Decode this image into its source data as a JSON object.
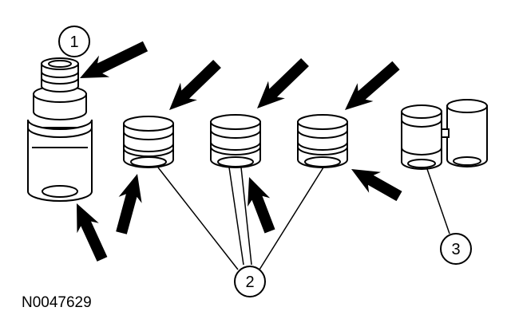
{
  "figure_id": "N0047629",
  "callouts": [
    {
      "number": "1"
    },
    {
      "number": "2"
    },
    {
      "number": "3"
    }
  ],
  "colors": {
    "ink": "#000000",
    "paper": "#ffffff"
  }
}
